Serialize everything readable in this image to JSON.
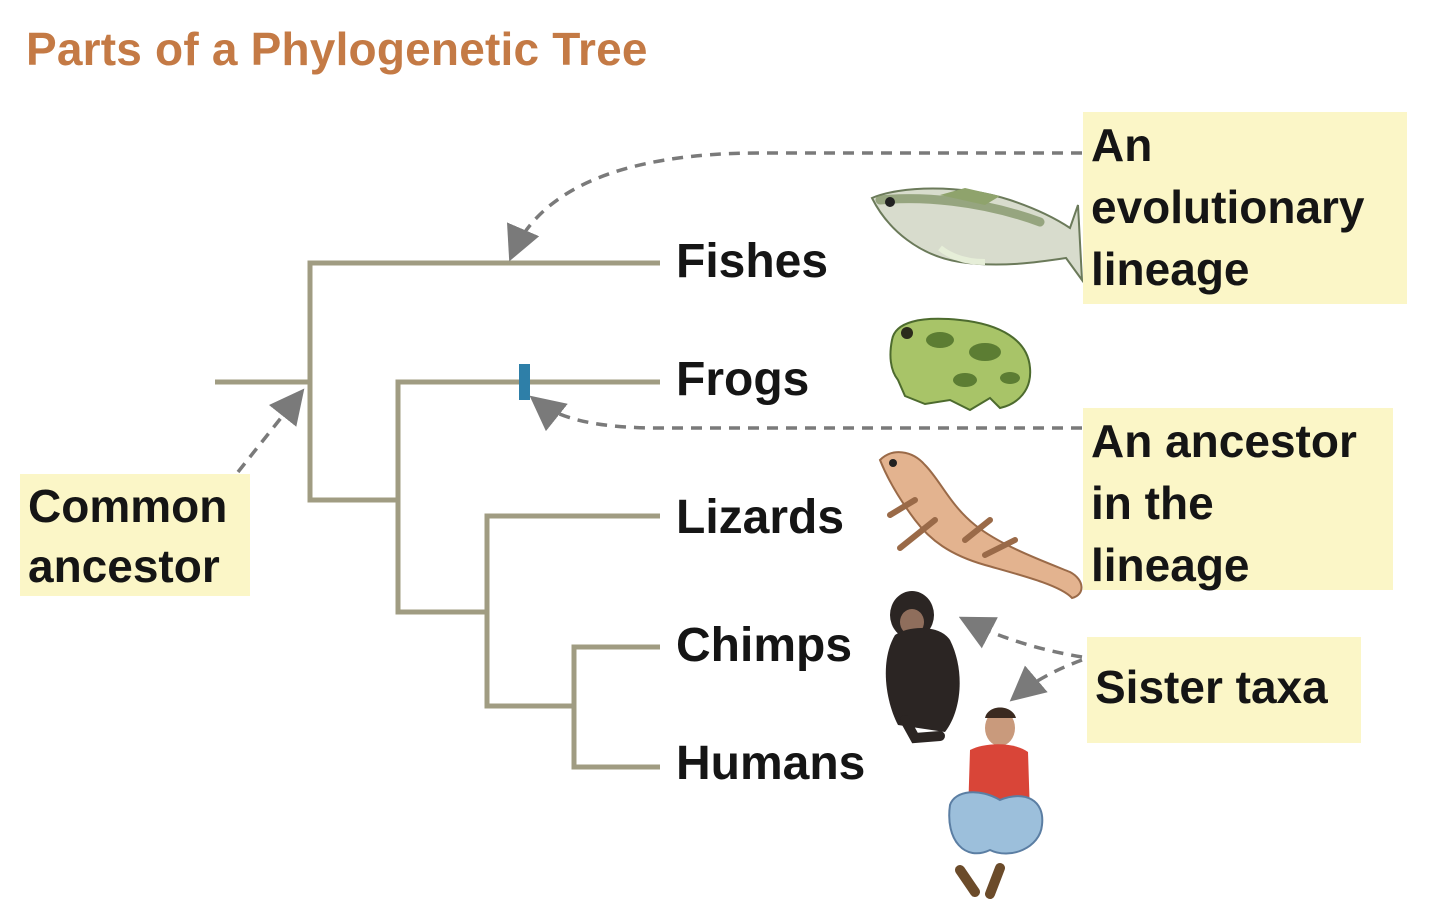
{
  "title": "Parts of a Phylogenetic Tree",
  "taxa": [
    "Fishes",
    "Frogs",
    "Lizards",
    "Chimps",
    "Humans"
  ],
  "callouts": {
    "lineage": [
      "An",
      "evolutionary",
      "lineage"
    ],
    "ancestor": [
      "An ancestor",
      "in the",
      "lineage"
    ],
    "sister": [
      "Sister taxa"
    ],
    "common": [
      "Common",
      "ancestor"
    ]
  },
  "animals": [
    "fish-icon",
    "frog-icon",
    "lizard-icon",
    "chimp-icon",
    "human-icon"
  ],
  "colors": {
    "title": "#c47a45",
    "branch": "#a09c82",
    "marker": "#2e7fa8",
    "arrow": "#7a7a7a",
    "callout_bg": "#fbf6c7"
  }
}
